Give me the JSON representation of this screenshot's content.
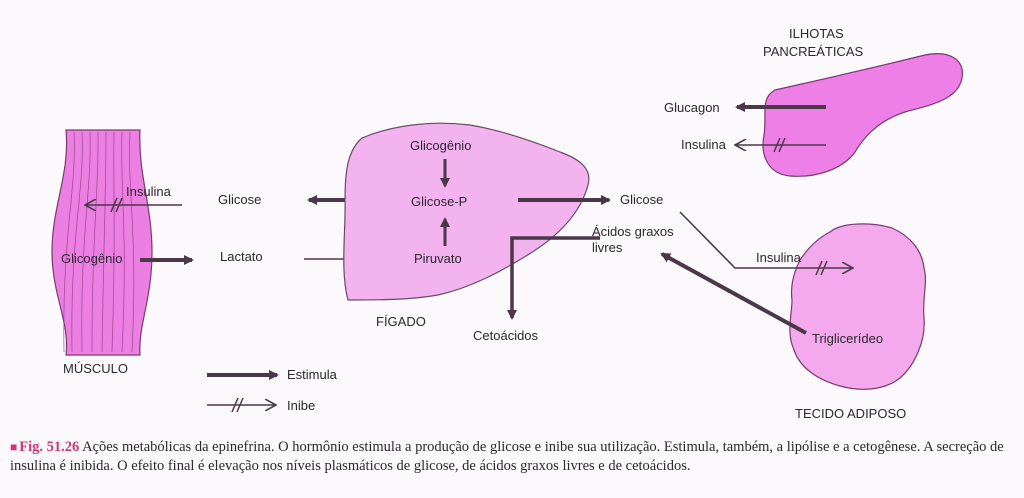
{
  "colors": {
    "organ_fill": "#f2b3ef",
    "muscle_fill": "#ec7fe2",
    "pancreas_fill": "#ee7fe6",
    "arrow": "#4a3848",
    "accent": "#d0357a"
  },
  "labels": {
    "muscle": {
      "title": "MÚSCULO",
      "insulin": "Insulina",
      "glycogen": "Glicogênio"
    },
    "middle": {
      "glucose": "Glicose",
      "lactate": "Lactato"
    },
    "liver": {
      "title": "FÍGADO",
      "glycogen": "Glicogênio",
      "glucose_p": "Glicose-P",
      "pyruvate": "Piruvato",
      "glucose_out": "Glicose",
      "free_fatty_acids_line1": "Ácidos graxos",
      "free_fatty_acids_line2": "livres",
      "ketoacids": "Cetoácidos"
    },
    "pancreas": {
      "title_line1": "ILHOTAS",
      "title_line2": "PANCREÁTICAS",
      "glucagon": "Glucagon",
      "insulin": "Insulina"
    },
    "adipose": {
      "title": "TECIDO ADIPOSO",
      "insulin": "Insulina",
      "triglyceride": "Triglicerídeo"
    },
    "legend": {
      "stimulates": "Estimula",
      "inhibits": "Inibe"
    }
  },
  "caption": {
    "fig_label": "Fig. 51.26",
    "text": "Ações metabólicas da epinefrina. O hormônio estimula a produção de glicose e inibe sua utilização. Estimula, também, a lipólise e a cetogênese. A secreção de insulina é inibida. O efeito final é elevação nos níveis plasmáticos de glicose, de ácidos graxos livres e de cetoácidos."
  }
}
